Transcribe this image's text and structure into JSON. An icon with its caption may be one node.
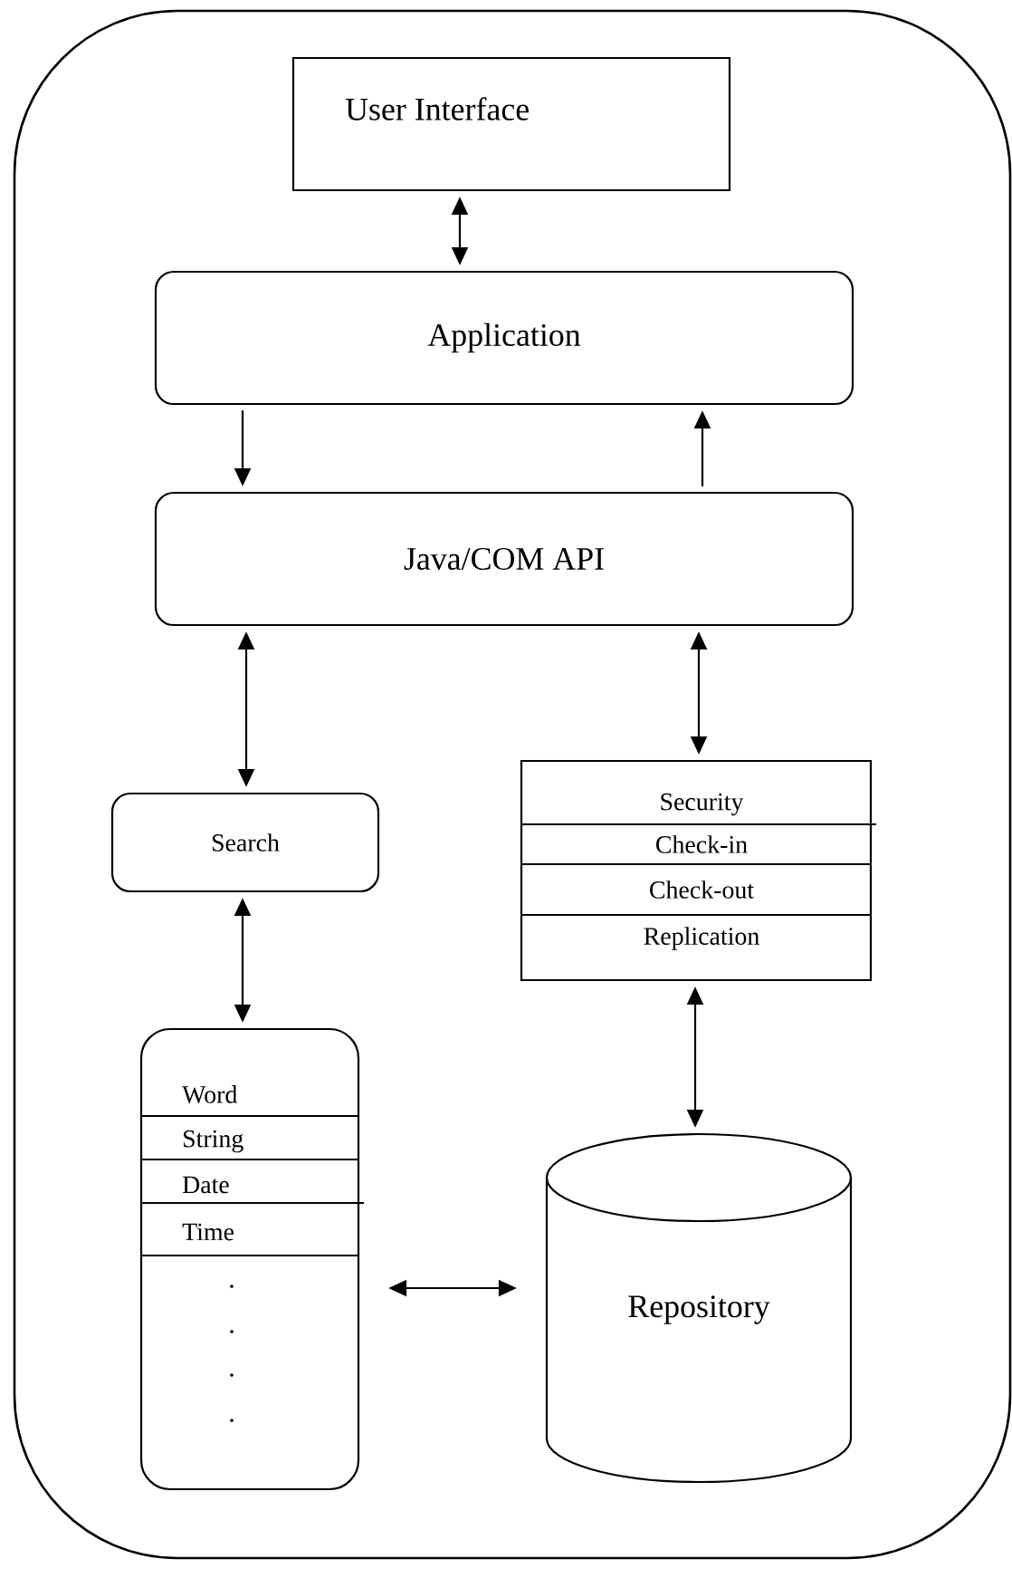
{
  "diagram": {
    "nodes": [
      {
        "text": [
          "User Interface"
        ]
      },
      {
        "text": [
          "Application"
        ]
      },
      {
        "text": [
          "Java/COM API"
        ]
      },
      {
        "text": [
          "Search"
        ]
      },
      {
        "text": [
          "Security",
          "Check-in",
          "Check-out",
          "Replication"
        ]
      },
      {
        "text": [
          "Word",
          "String",
          "Date",
          "Time"
        ]
      },
      {
        "text": [
          "Repository"
        ]
      }
    ],
    "edges": [
      {
        "from": 0,
        "to": 1,
        "arrow": "both"
      },
      {
        "from": 1,
        "to": 2,
        "arrow": "to"
      },
      {
        "from": 2,
        "to": 1,
        "arrow": "to"
      },
      {
        "from": 2,
        "to": 3,
        "arrow": "both"
      },
      {
        "from": 2,
        "to": 4,
        "arrow": "both"
      },
      {
        "from": 3,
        "to": 5,
        "arrow": "both"
      },
      {
        "from": 4,
        "to": 6,
        "arrow": "both"
      },
      {
        "from": 5,
        "to": 6,
        "arrow": "both"
      }
    ]
  }
}
